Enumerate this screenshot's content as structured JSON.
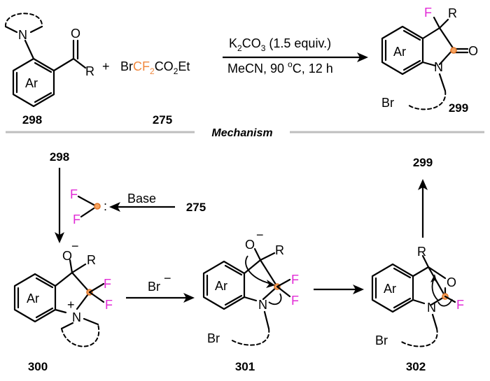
{
  "top": {
    "compound_298_label": "298",
    "compound_275_label": "275",
    "compound_299_label": "299",
    "reagent_275": {
      "p1": "Br",
      "p2": "CF",
      "p3": "2",
      "p4": "CO",
      "p5": "2",
      "p6": "Et"
    },
    "plus": "+",
    "cond_line1": {
      "a": "K",
      "b": "2",
      "c": "CO",
      "d": "3",
      "e": " (1.5 equiv.)"
    },
    "cond_line2": {
      "a": "MeCN, 90 ",
      "b": "o",
      "c": "C, 12 h"
    },
    "sm_ring": "Ar",
    "sm_N": "N",
    "sm_O": "O",
    "sm_R": "R",
    "prod_ring": "Ar",
    "prod_F": "F",
    "prod_R": "R",
    "prod_O": "O",
    "prod_N": "N",
    "prod_Br": "Br"
  },
  "mechanism_heading": "Mechanism",
  "mech": {
    "c298": "298",
    "c275": "275",
    "c300": "300",
    "c301": "301",
    "c302": "302",
    "c299": "299",
    "base": "Base",
    "carbene_F1": "F",
    "carbene_F2": "F",
    "carbene_colon": ":",
    "br_minus": "Br",
    "minus": "−",
    "plus_sign": "+",
    "ring": "Ar",
    "O": "O",
    "R": "R",
    "F": "F",
    "N": "N",
    "Br": "Br"
  }
}
